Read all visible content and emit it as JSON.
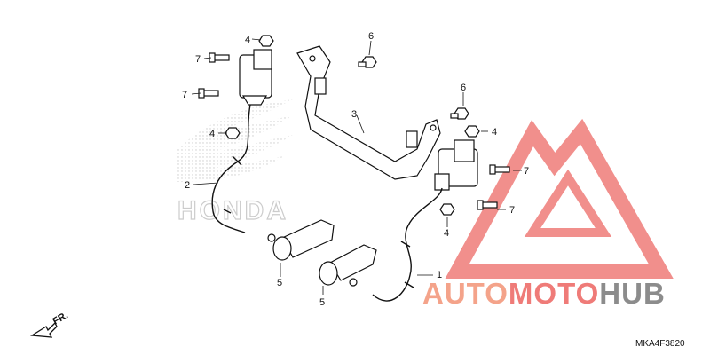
{
  "callouts": {
    "c1": "1",
    "c2": "2",
    "c3": "3",
    "c4a": "4",
    "c4b": "4",
    "c4c": "4",
    "c4d": "4",
    "c5a": "5",
    "c5b": "5",
    "c6a": "6",
    "c6b": "6",
    "c7a": "7",
    "c7b": "7",
    "c7c": "7",
    "c7d": "7"
  },
  "front_marker": "FR.",
  "background_logo": "HONDA",
  "watermark": {
    "part1": "AUTO",
    "part2": "MOTO",
    "part3": "HUB"
  },
  "diagram_code": "MKA4F3820",
  "colors": {
    "watermark_orange": "#f4a38a",
    "watermark_red": "#ef7b78",
    "watermark_gray": "#8c8c8c"
  }
}
